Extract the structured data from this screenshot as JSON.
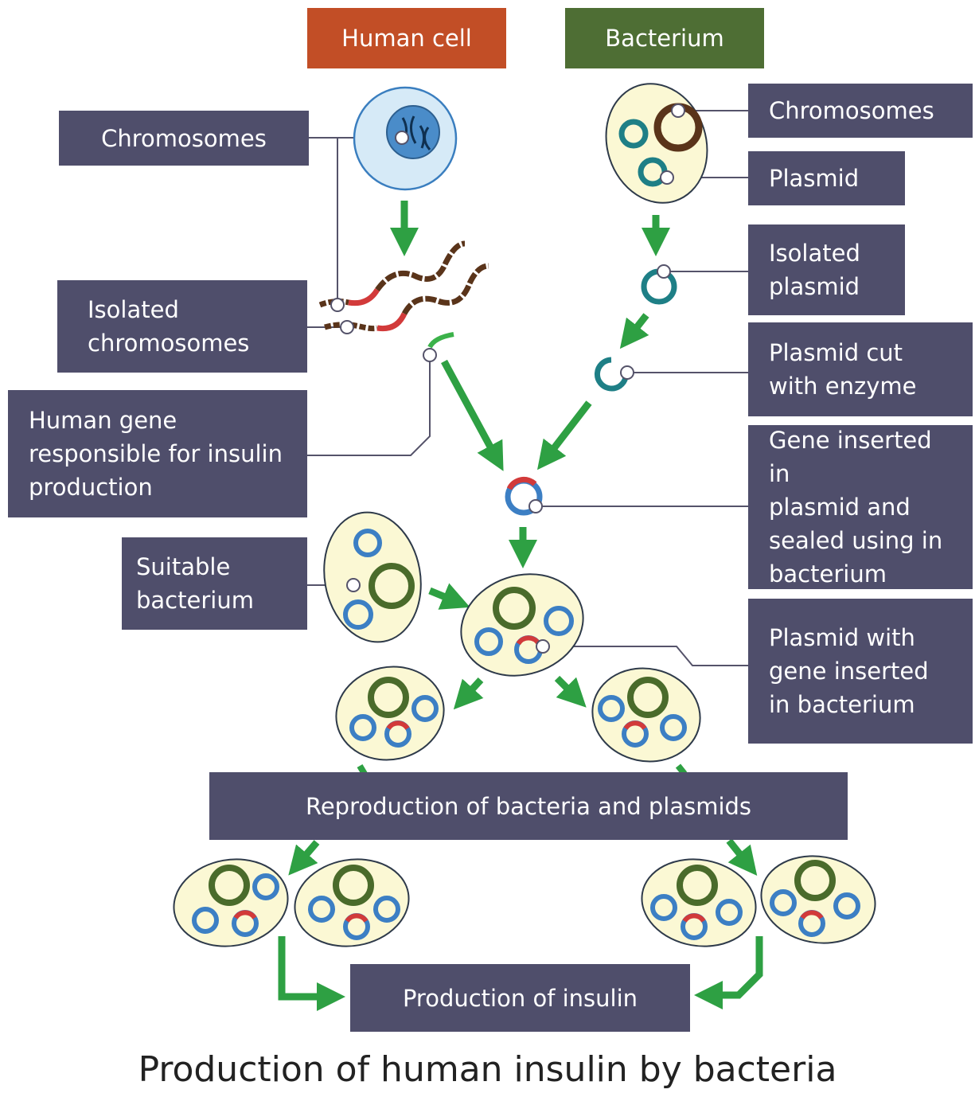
{
  "headers": {
    "human_cell": "Human cell",
    "bacterium": "Bacterium"
  },
  "labels": {
    "chromosomes_left": "Chromosomes",
    "isolated_chromosomes": "Isolated\nchromosomes",
    "human_gene": "Human gene\nresponsible for insulin\nproduction",
    "suitable_bacterium": "Suitable\nbacterium",
    "chromosomes_right": "Chromosomes",
    "plasmid": "Plasmid",
    "isolated_plasmid": "Isolated\nplasmid",
    "plasmid_cut": "Plasmid cut\nwith enzyme",
    "gene_inserted": "Gene inserted in\nplasmid and\nsealed using in\nbacterium",
    "plasmid_with_gene": "Plasmid with\ngene inserted\nin bacterium",
    "reproduction": "Reproduction of bacteria and plasmids",
    "production": "Production of insulin"
  },
  "title": "Production of human insulin by bacteria",
  "colors": {
    "label_bg": "#4f4e6b",
    "human_header": "#c24e26",
    "bacterium_header": "#4e6e34",
    "arrow": "#2ea043",
    "cell_fill": "#fbf8d4",
    "chromosome_ring": "#4a6b2b",
    "plasmid_ring": "#3c7fc4",
    "gene": "#d23a3a",
    "human_chromosome": "#5a341a"
  }
}
